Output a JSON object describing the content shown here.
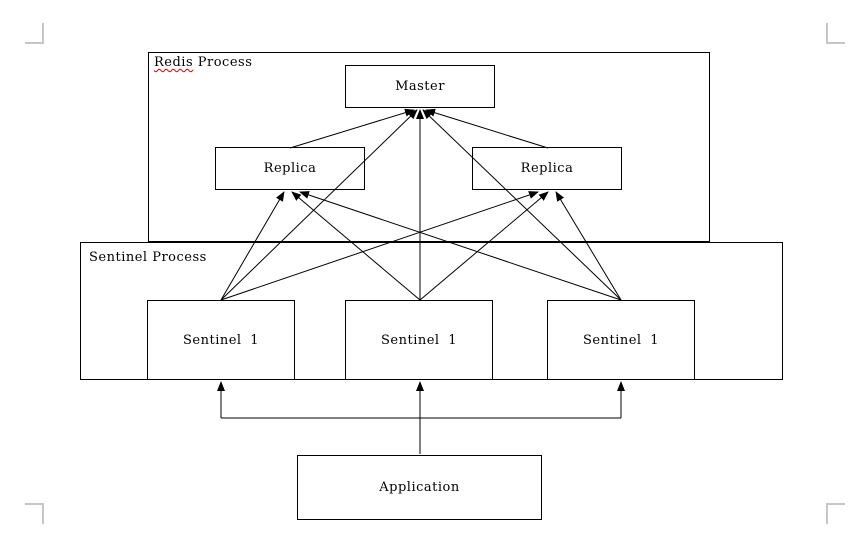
{
  "page": {
    "type": "architecture-diagram",
    "background": "#ffffff"
  },
  "colors": {
    "line": "#000000",
    "text": "#000000",
    "spellcheck_underline": "#d40000",
    "margin_mark": "#c6c6c6"
  },
  "containers": {
    "redis": {
      "label": "Redis Process",
      "label_misspelled_part": "Redis",
      "label_rest": " Process"
    },
    "sentinel": {
      "label": "Sentinel Process"
    }
  },
  "nodes": {
    "master": {
      "label": "Master"
    },
    "replica_left": {
      "label": "Replica"
    },
    "replica_right": {
      "label": "Replica"
    },
    "sentinel_1": {
      "label": "Sentinel 1"
    },
    "sentinel_2": {
      "label": "Sentinel 1"
    },
    "sentinel_3": {
      "label": "Sentinel 1"
    },
    "application": {
      "label": "Application"
    }
  },
  "edges": [
    {
      "from": "replica_left",
      "to": "master",
      "arrow_at": "master"
    },
    {
      "from": "replica_right",
      "to": "master",
      "arrow_at": "master"
    },
    {
      "from": "sentinel_1",
      "to": "master",
      "arrow_at": "master"
    },
    {
      "from": "sentinel_2",
      "to": "master",
      "arrow_at": "master"
    },
    {
      "from": "sentinel_3",
      "to": "master",
      "arrow_at": "master"
    },
    {
      "from": "sentinel_1",
      "to": "replica_left",
      "arrow_at": "replica_left"
    },
    {
      "from": "sentinel_2",
      "to": "replica_left",
      "arrow_at": "replica_left"
    },
    {
      "from": "sentinel_3",
      "to": "replica_left",
      "arrow_at": "replica_left"
    },
    {
      "from": "sentinel_1",
      "to": "replica_right",
      "arrow_at": "replica_right"
    },
    {
      "from": "sentinel_2",
      "to": "replica_right",
      "arrow_at": "replica_right"
    },
    {
      "from": "sentinel_3",
      "to": "replica_right",
      "arrow_at": "replica_right"
    },
    {
      "from": "application",
      "to": "sentinel_1",
      "arrow_at": "sentinel_1"
    },
    {
      "from": "application",
      "to": "sentinel_2",
      "arrow_at": "sentinel_2"
    },
    {
      "from": "application",
      "to": "sentinel_3",
      "arrow_at": "sentinel_3"
    }
  ]
}
